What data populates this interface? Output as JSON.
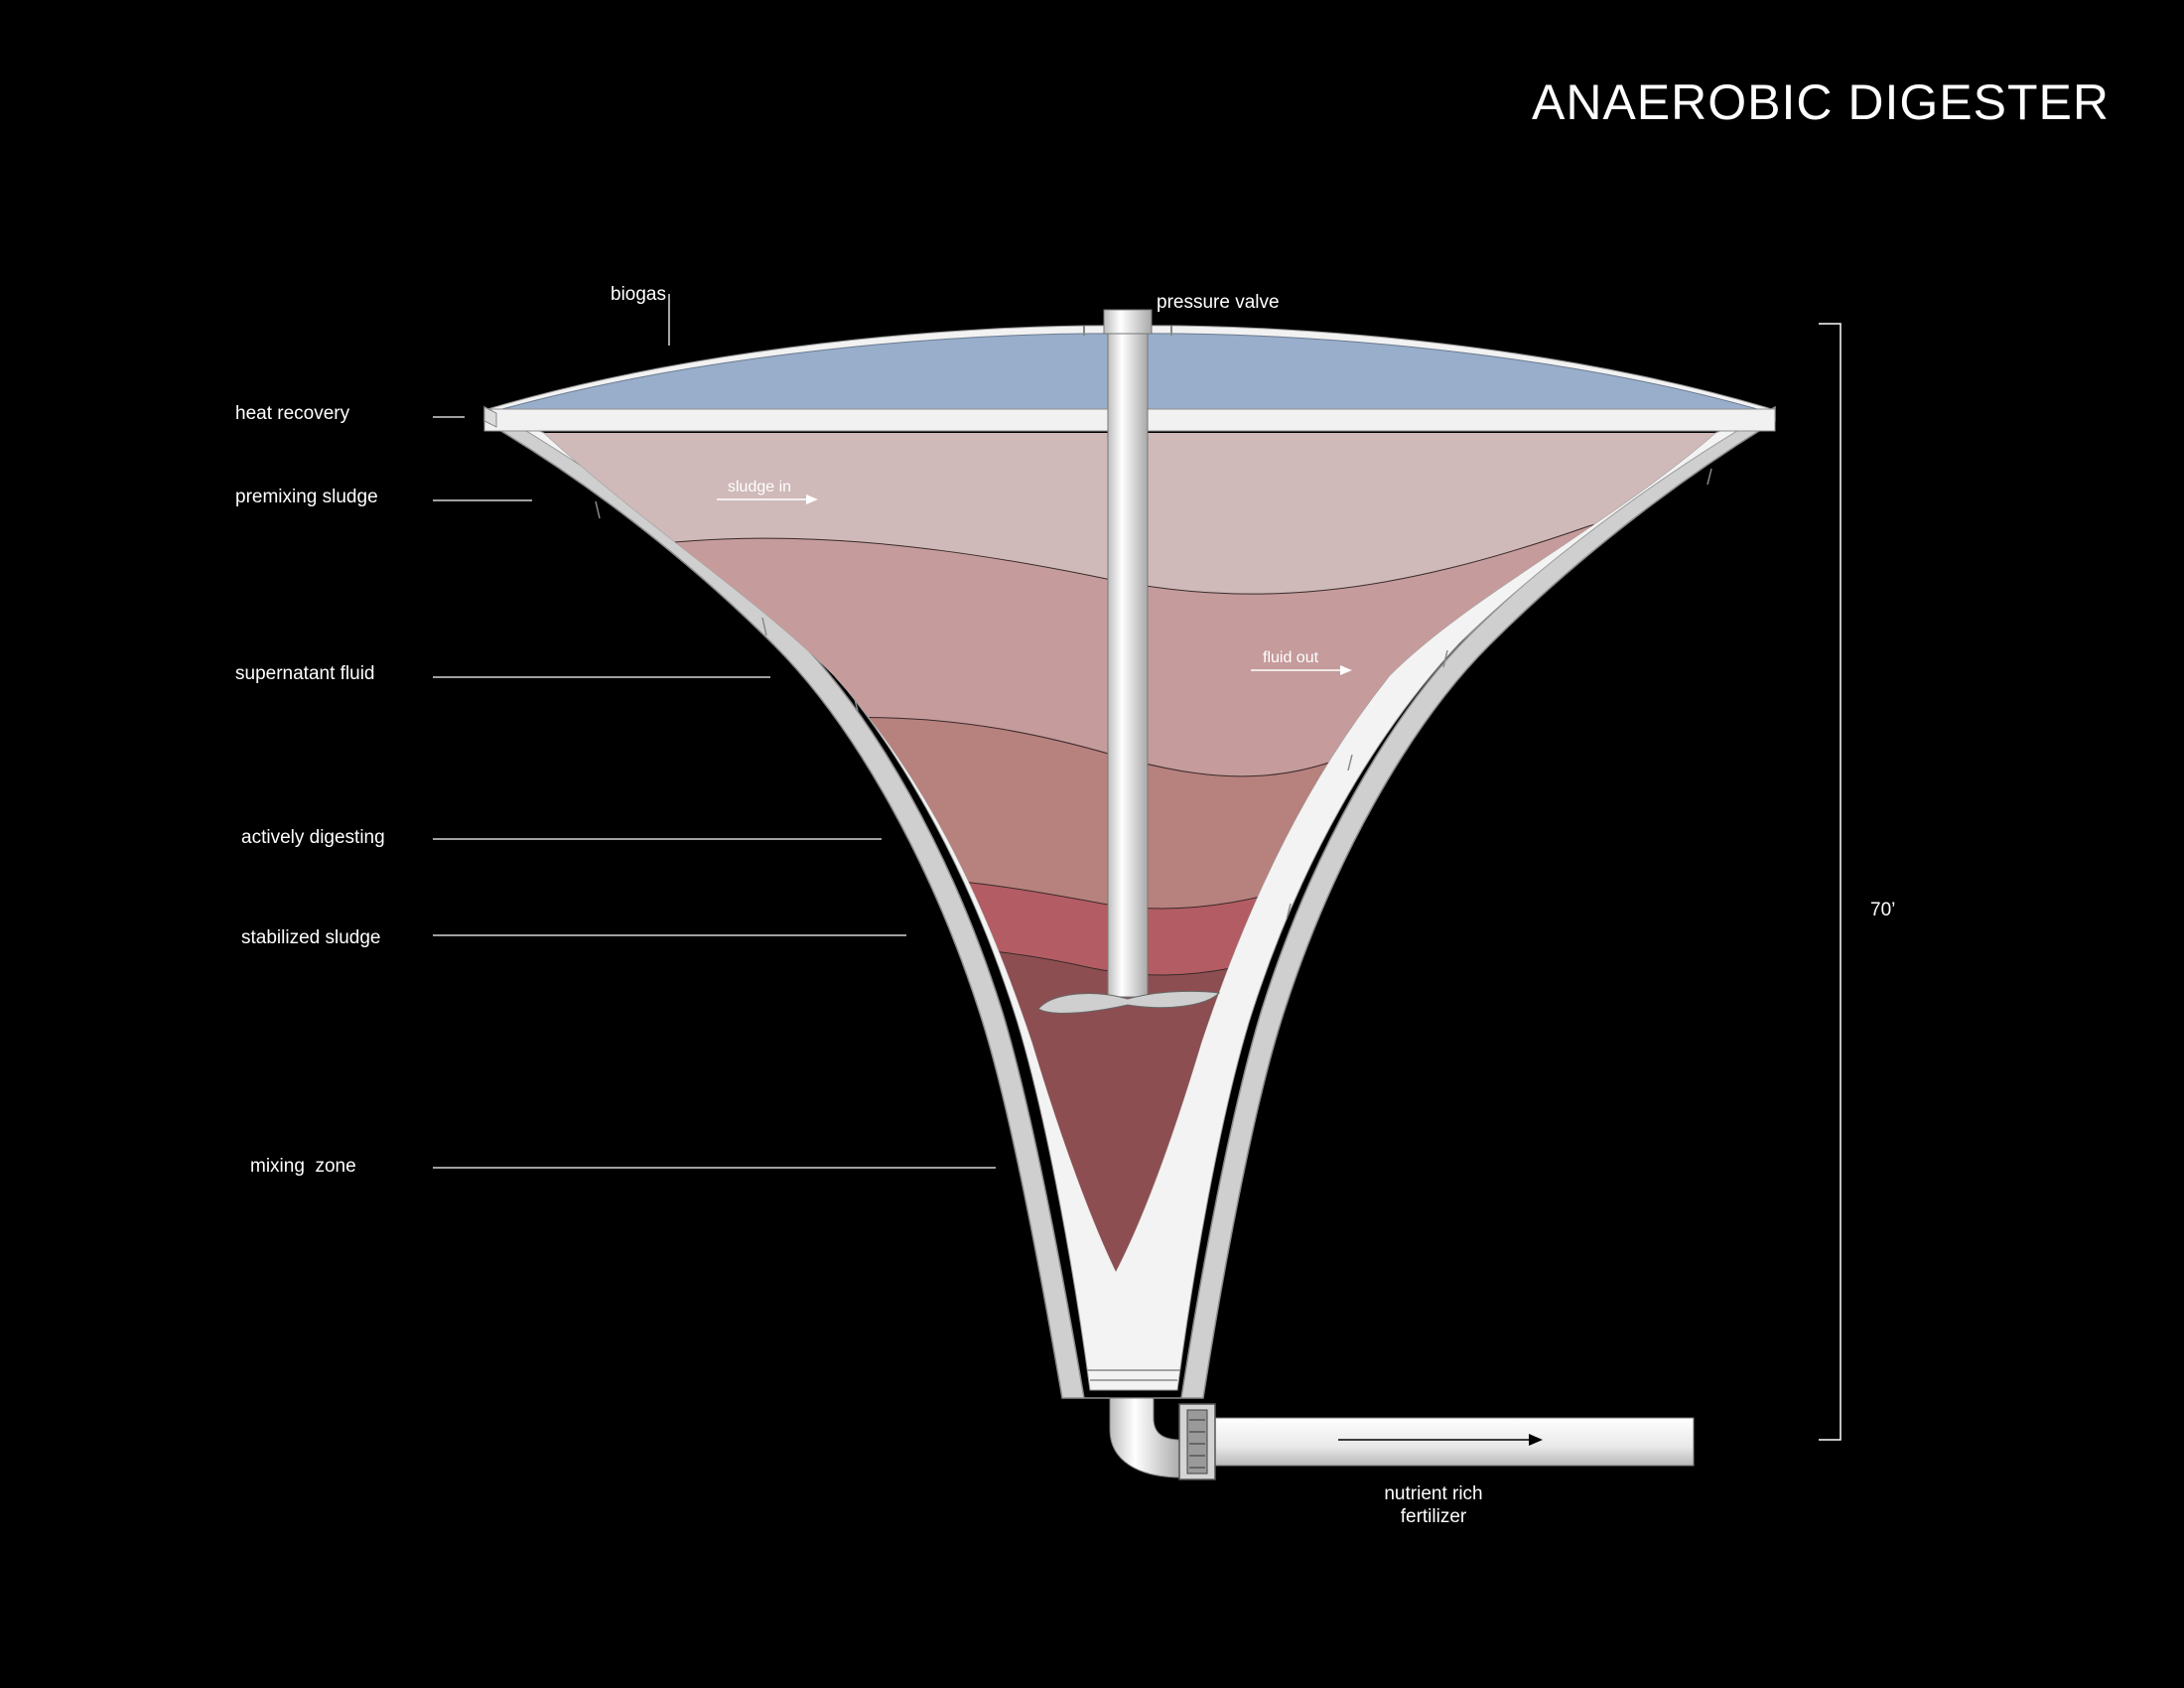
{
  "title": "ANAEROBIC DIGESTER",
  "labels": {
    "biogas": "biogas",
    "pressure_valve": "pressure valve",
    "heat_recovery": "heat recovery",
    "premixing_sludge": "premixing sludge",
    "supernatant_fluid": "supernatant fluid",
    "actively_digesting": "actively digesting",
    "stabilized_sludge": "stabilized sludge",
    "mixing_zone": "mixing  zone",
    "sludge_in": "sludge in",
    "fluid_out": "fluid out",
    "fertilizer_line1": "nutrient rich",
    "fertilizer_line2": "fertilizer",
    "height": "70’"
  },
  "colors": {
    "background": "#000000",
    "biogas": "#98aecb",
    "premixing_sludge": "#cfb9b9",
    "supernatant_fluid": "#c59b9c",
    "actively_digesting": "#b7817d",
    "stabilized_sludge": "#b35c63",
    "mixing_zone": "#8d4e51",
    "shell": "#efefef"
  }
}
